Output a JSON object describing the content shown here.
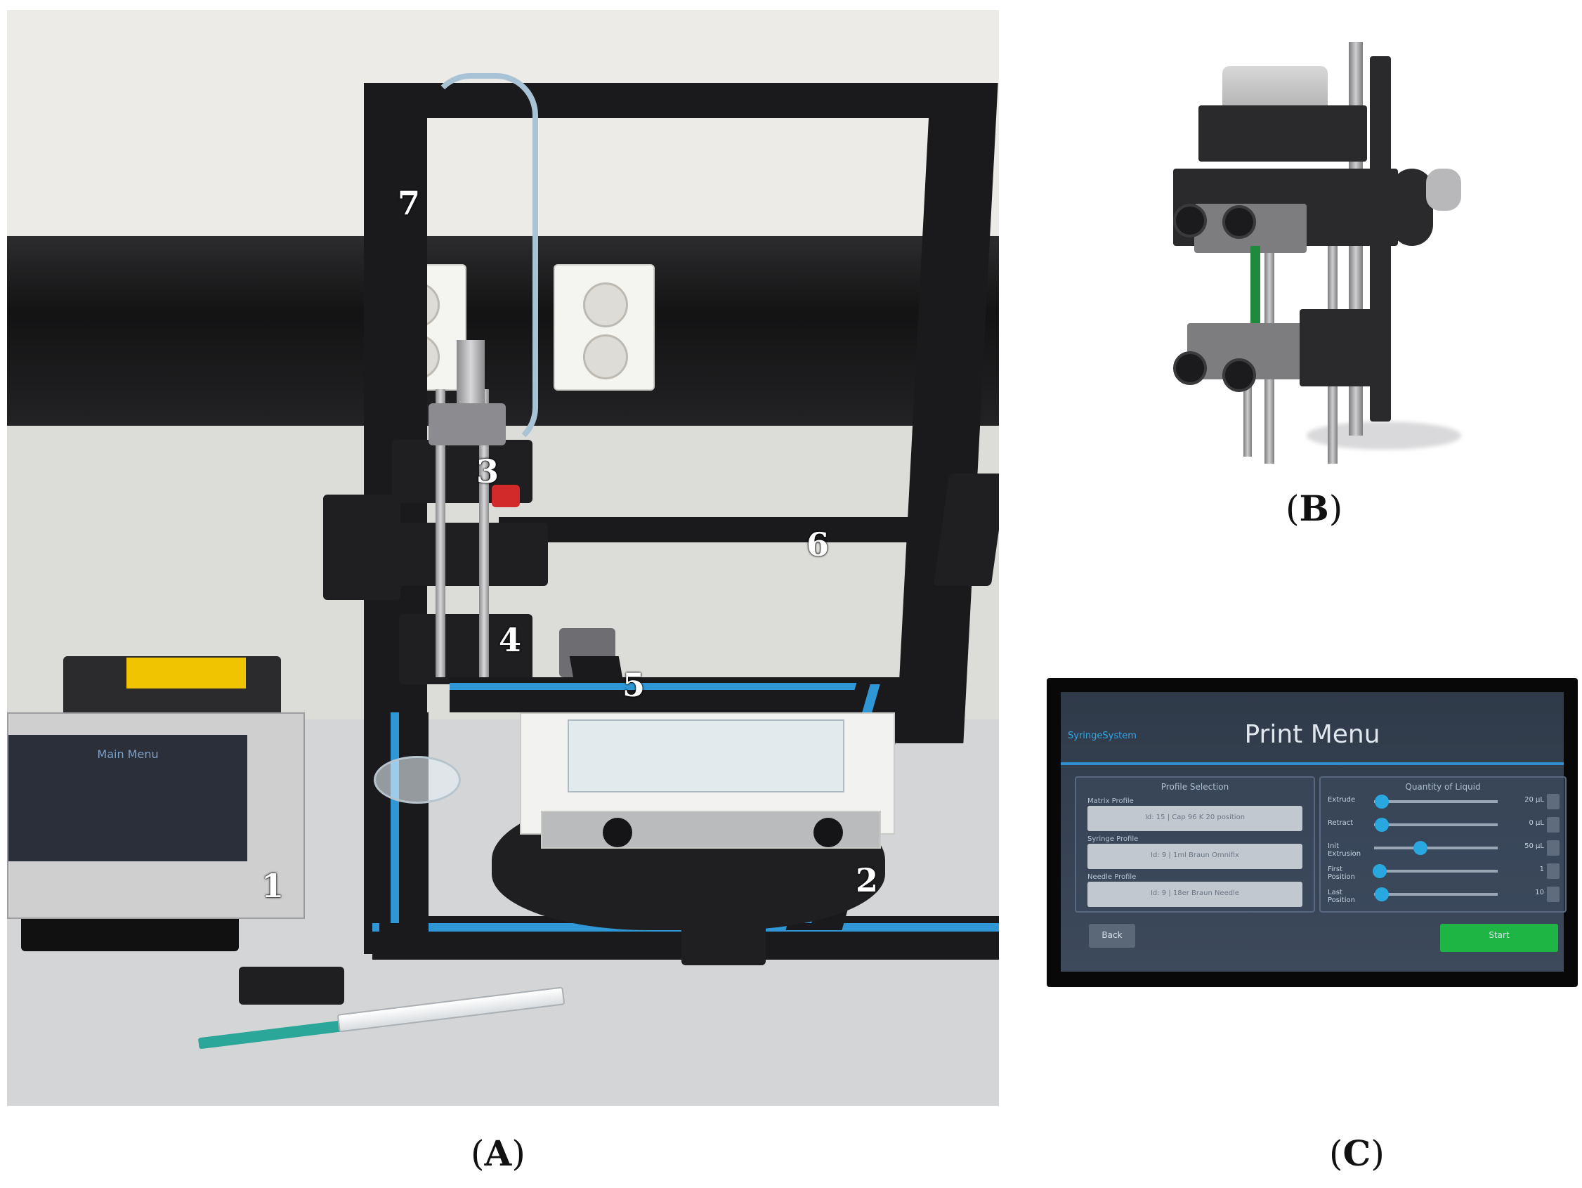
{
  "figure": {
    "caption_a": "A",
    "caption_b": "B",
    "caption_c": "C"
  },
  "panel_a": {
    "callouts": [
      "1",
      "2",
      "3",
      "4",
      "5",
      "6",
      "7"
    ],
    "controller_screen_title": "Main Menu"
  },
  "panel_c": {
    "brand": "SyringeSystem",
    "title": "Print Menu",
    "profile_selection": {
      "heading": "Profile Selection",
      "fields": [
        {
          "label": "Matrix Profile",
          "value": "Id: 15 | Cap 96 K 20 position"
        },
        {
          "label": "Syringe Profile",
          "value": "Id: 9 | 1ml Braun Omnifix"
        },
        {
          "label": "Needle Profile",
          "value": "Id: 9 | 18er Braun Needle"
        }
      ]
    },
    "quantity_of_liquid": {
      "heading": "Quantity of Liquid",
      "sliders": [
        {
          "label": "Extrude",
          "value": "20 µL",
          "level": 0.04
        },
        {
          "label": "Retract",
          "value": "0 µL",
          "level": 0.04
        },
        {
          "label": "Init Extrusion",
          "value": "50 µL",
          "level": 0.35
        },
        {
          "label": "First Position",
          "value": "1",
          "level": 0.02
        },
        {
          "label": "Last Position",
          "value": "10",
          "level": 0.04
        }
      ]
    },
    "back_button": "Back",
    "start_button": "Start"
  }
}
